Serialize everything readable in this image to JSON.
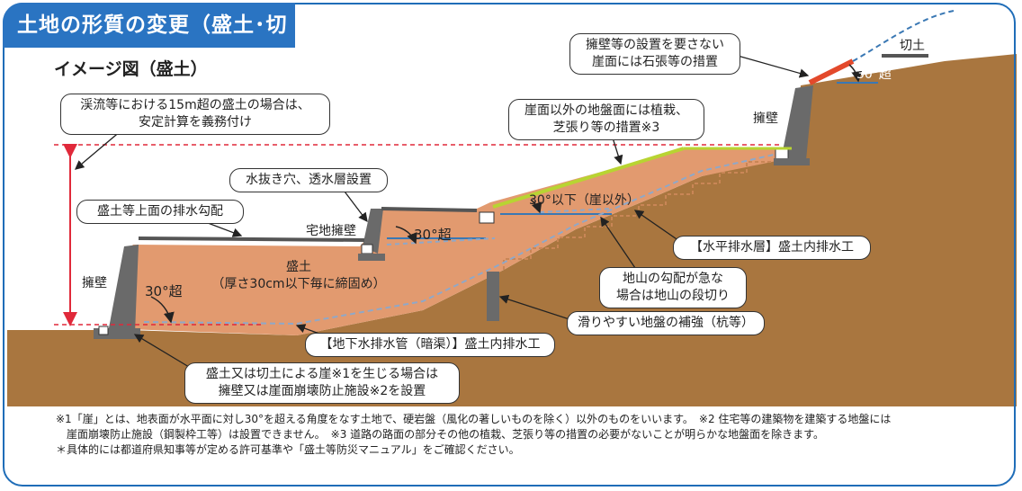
{
  "title": "土地の形質の変更（盛土･切土）",
  "subtitle": "イメージ図（盛土）",
  "callouts": {
    "slope_measures": [
      "擁壁等の設置を要さない",
      "崖面には石張等の措置"
    ],
    "stream_fill": [
      "渓流等における15m超の盛土の場合は、",
      "安定計算を義務付け"
    ],
    "planting": [
      "崖面以外の地盤面には植栽、",
      "芝張り等の措置※3"
    ],
    "drain_hole": "水抜き穴、透水層設置",
    "top_drain": "盛土等上面の排水勾配",
    "horizontal_drain": "【水平排水層】盛土内排水工",
    "steep_ground": [
      "地山の勾配が急な",
      "場合は地山の段切り"
    ],
    "slippery_ground": "滑りやすい地盤の補強（杭等）",
    "groundwater_pipe": "【地下水排水管（暗渠）】盛土内排水工",
    "cliff_rule": [
      "盛土又は切土による崖※1を生じる場合は",
      "擁壁又は崖面崩壊防止施設※2を設置"
    ]
  },
  "labels": {
    "cut": "切土",
    "angle_top": "30°超",
    "retaining_wall_right": "擁壁",
    "residential_wall": "宅地擁壁",
    "angle_mid": "30°超",
    "angle_slope": "30°以下（崖以外）",
    "retaining_wall_left": "擁壁",
    "angle_left": "30°超",
    "fill_main": "盛土",
    "fill_note": "（厚さ30cm以下毎に締固め）"
  },
  "footnotes": [
    "※1「崖」とは、地表面が水平面に対し30°を超える角度をなす土地で、硬岩盤（風化の著しいものを除く）以外のものをいいます。　※2 住宅等の建築物を建築する地盤には",
    "　崖面崩壊防止施設（鋼製枠工等）は設置できません。　※3 道路の路面の部分その他の植栽、芝張り等の措置の必要がないことが明らかな地盤面を除きます。",
    "＊具体的には都道府県知事等が定める許可基準や「盛土等防災マニュアル」をご確認ください。"
  ],
  "colors": {
    "ground": "#a9763f",
    "fill": "#e29a6f",
    "title_bg": "#2a74c2",
    "wall": "#6a6a6a",
    "stone": "#e3492b",
    "grass": "#b8d432",
    "dashed_red": "#e0293a",
    "drain_blue": "#3a78b4"
  }
}
